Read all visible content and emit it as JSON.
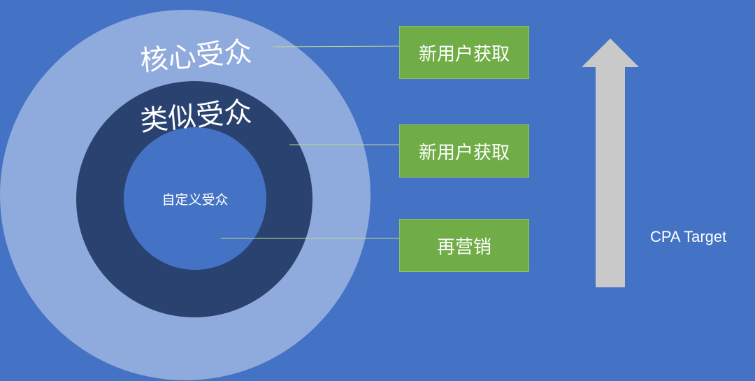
{
  "colors": {
    "background": "#4472c4",
    "ring_outer": "#8faadc",
    "ring_middle": "#2a4270",
    "ring_inner": "#4472c4",
    "box_fill": "#70ad47",
    "connector_line": "#b9d98c",
    "arrow_fill": "#c9c9c9",
    "text": "#ffffff"
  },
  "rings": {
    "outer_label": "核心受众",
    "middle_label": "类似受众",
    "inner_label": "自定义受众"
  },
  "boxes": [
    {
      "label": "新用户获取"
    },
    {
      "label": "新用户获取"
    },
    {
      "label": "再营销"
    }
  ],
  "arrow": {
    "icon": "up-arrow-icon",
    "label": "CPA Target"
  }
}
